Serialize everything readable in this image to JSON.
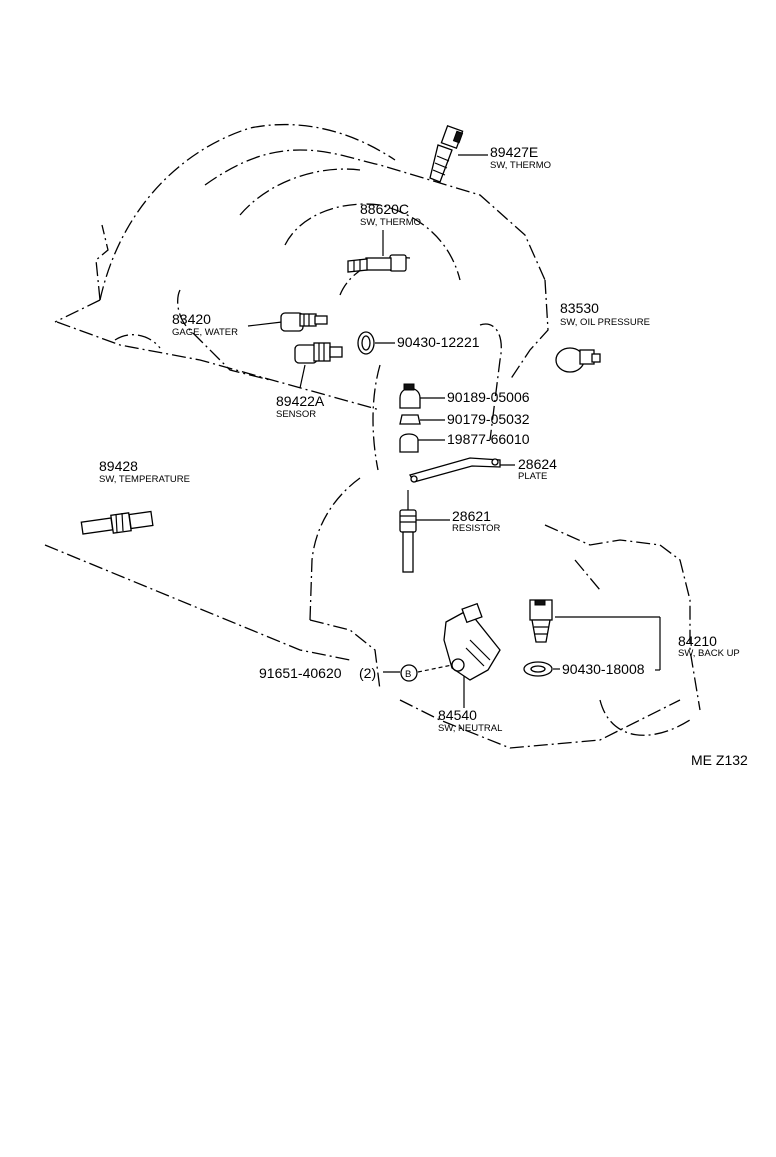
{
  "parts": {
    "p89427E": {
      "number": "89427E",
      "desc": "SW, THERMO"
    },
    "p88620C": {
      "number": "88620C",
      "desc": "SW, THERMO"
    },
    "p83420": {
      "number": "83420",
      "desc": "GAGE, WATER"
    },
    "p90430_12221": {
      "number": "90430-12221"
    },
    "p83530": {
      "number": "83530",
      "desc": "SW, OIL PRESSURE"
    },
    "p89422A": {
      "number": "89422A",
      "desc": "SENSOR"
    },
    "p90189_05006": {
      "number": "90189-05006"
    },
    "p90179_05032": {
      "number": "90179-05032"
    },
    "p19877_66010": {
      "number": "19877-66010"
    },
    "p28624": {
      "number": "28624",
      "desc": "PLATE"
    },
    "p89428": {
      "number": "89428",
      "desc": "SW, TEMPERATURE"
    },
    "p28621": {
      "number": "28621",
      "desc": "RESISTOR"
    },
    "p84210": {
      "number": "84210",
      "desc": "SW, BACK UP"
    },
    "p90430_18008": {
      "number": "90430-18008"
    },
    "p91651_40620": {
      "number": "91651-40620",
      "qty": "(2)",
      "marker": "B"
    },
    "p84540": {
      "number": "84540",
      "desc": "SW, NEUTRAL"
    }
  },
  "reference_code": "ME Z132"
}
